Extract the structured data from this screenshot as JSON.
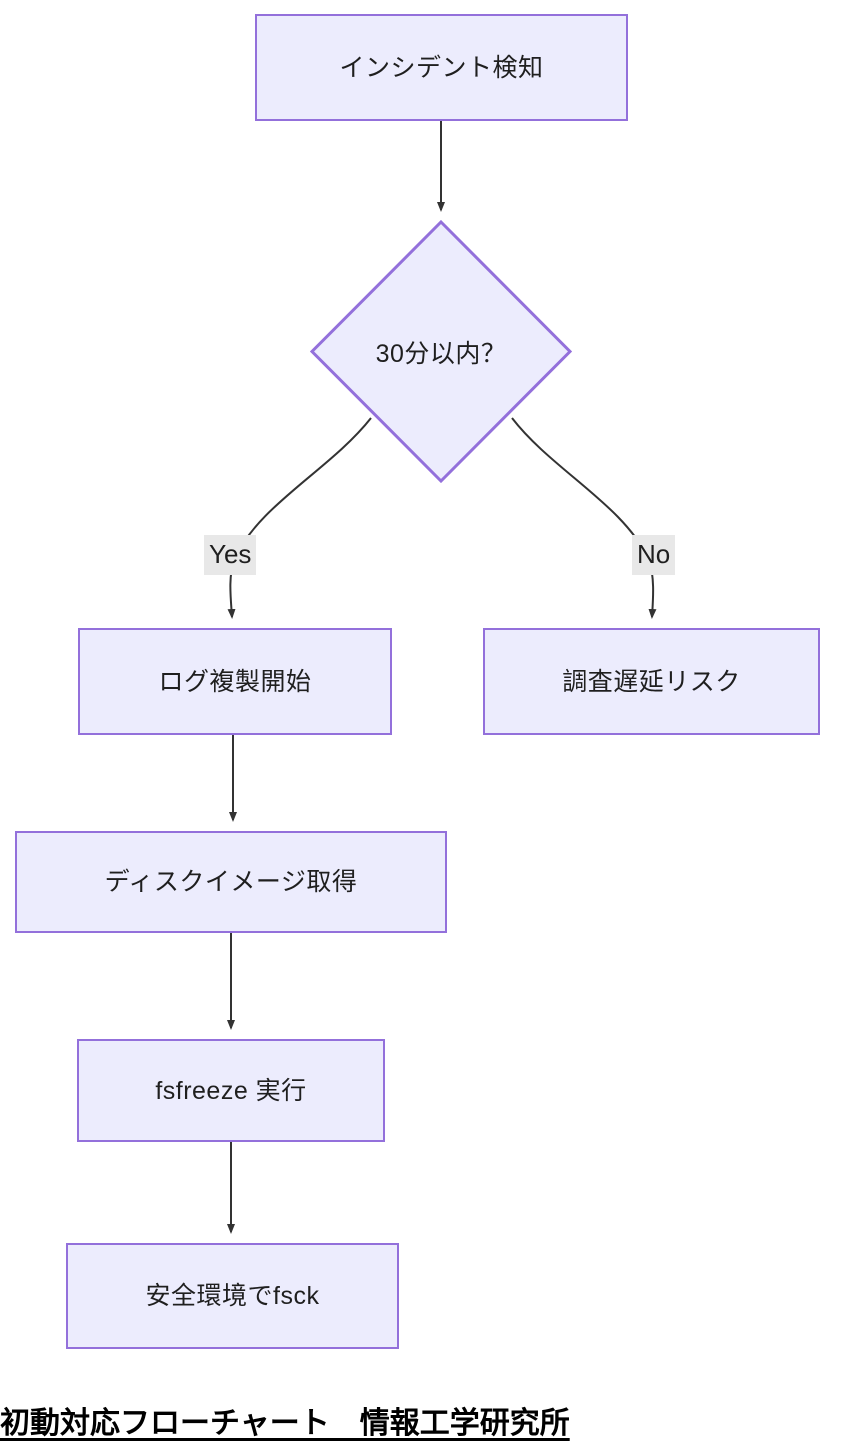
{
  "diagram": {
    "type": "flowchart",
    "direction": "top-down",
    "theme": {
      "node_fill": "#ececfd",
      "node_border": "#9370db",
      "edge_color": "#333333",
      "edge_label_background": "#e8e8e8",
      "text_color": "#1f1f1f",
      "background": "#ffffff"
    },
    "nodes": [
      {
        "id": "detect",
        "shape": "rectangle",
        "label": "インシデント検知"
      },
      {
        "id": "decision",
        "shape": "diamond",
        "label": "30分以内？"
      },
      {
        "id": "log",
        "shape": "rectangle",
        "label": "ログ複製開始"
      },
      {
        "id": "risk",
        "shape": "rectangle",
        "label": "調査遅延リスク"
      },
      {
        "id": "image",
        "shape": "rectangle",
        "label": "ディスクイメージ取得"
      },
      {
        "id": "fsfreeze",
        "shape": "rectangle",
        "label": "fsfreeze 実行"
      },
      {
        "id": "fsck",
        "shape": "rectangle",
        "label": "安全環境でfsck"
      }
    ],
    "edges": [
      {
        "from": "detect",
        "to": "decision",
        "label": ""
      },
      {
        "from": "decision",
        "to": "log",
        "label": "Yes"
      },
      {
        "from": "decision",
        "to": "risk",
        "label": "No"
      },
      {
        "from": "log",
        "to": "image",
        "label": ""
      },
      {
        "from": "image",
        "to": "fsfreeze",
        "label": ""
      },
      {
        "from": "fsfreeze",
        "to": "fsck",
        "label": ""
      }
    ],
    "edge_labels": {
      "yes": "Yes",
      "no": "No"
    }
  },
  "caption": {
    "text": "初動対応フローチャート　情報工学研究所"
  }
}
